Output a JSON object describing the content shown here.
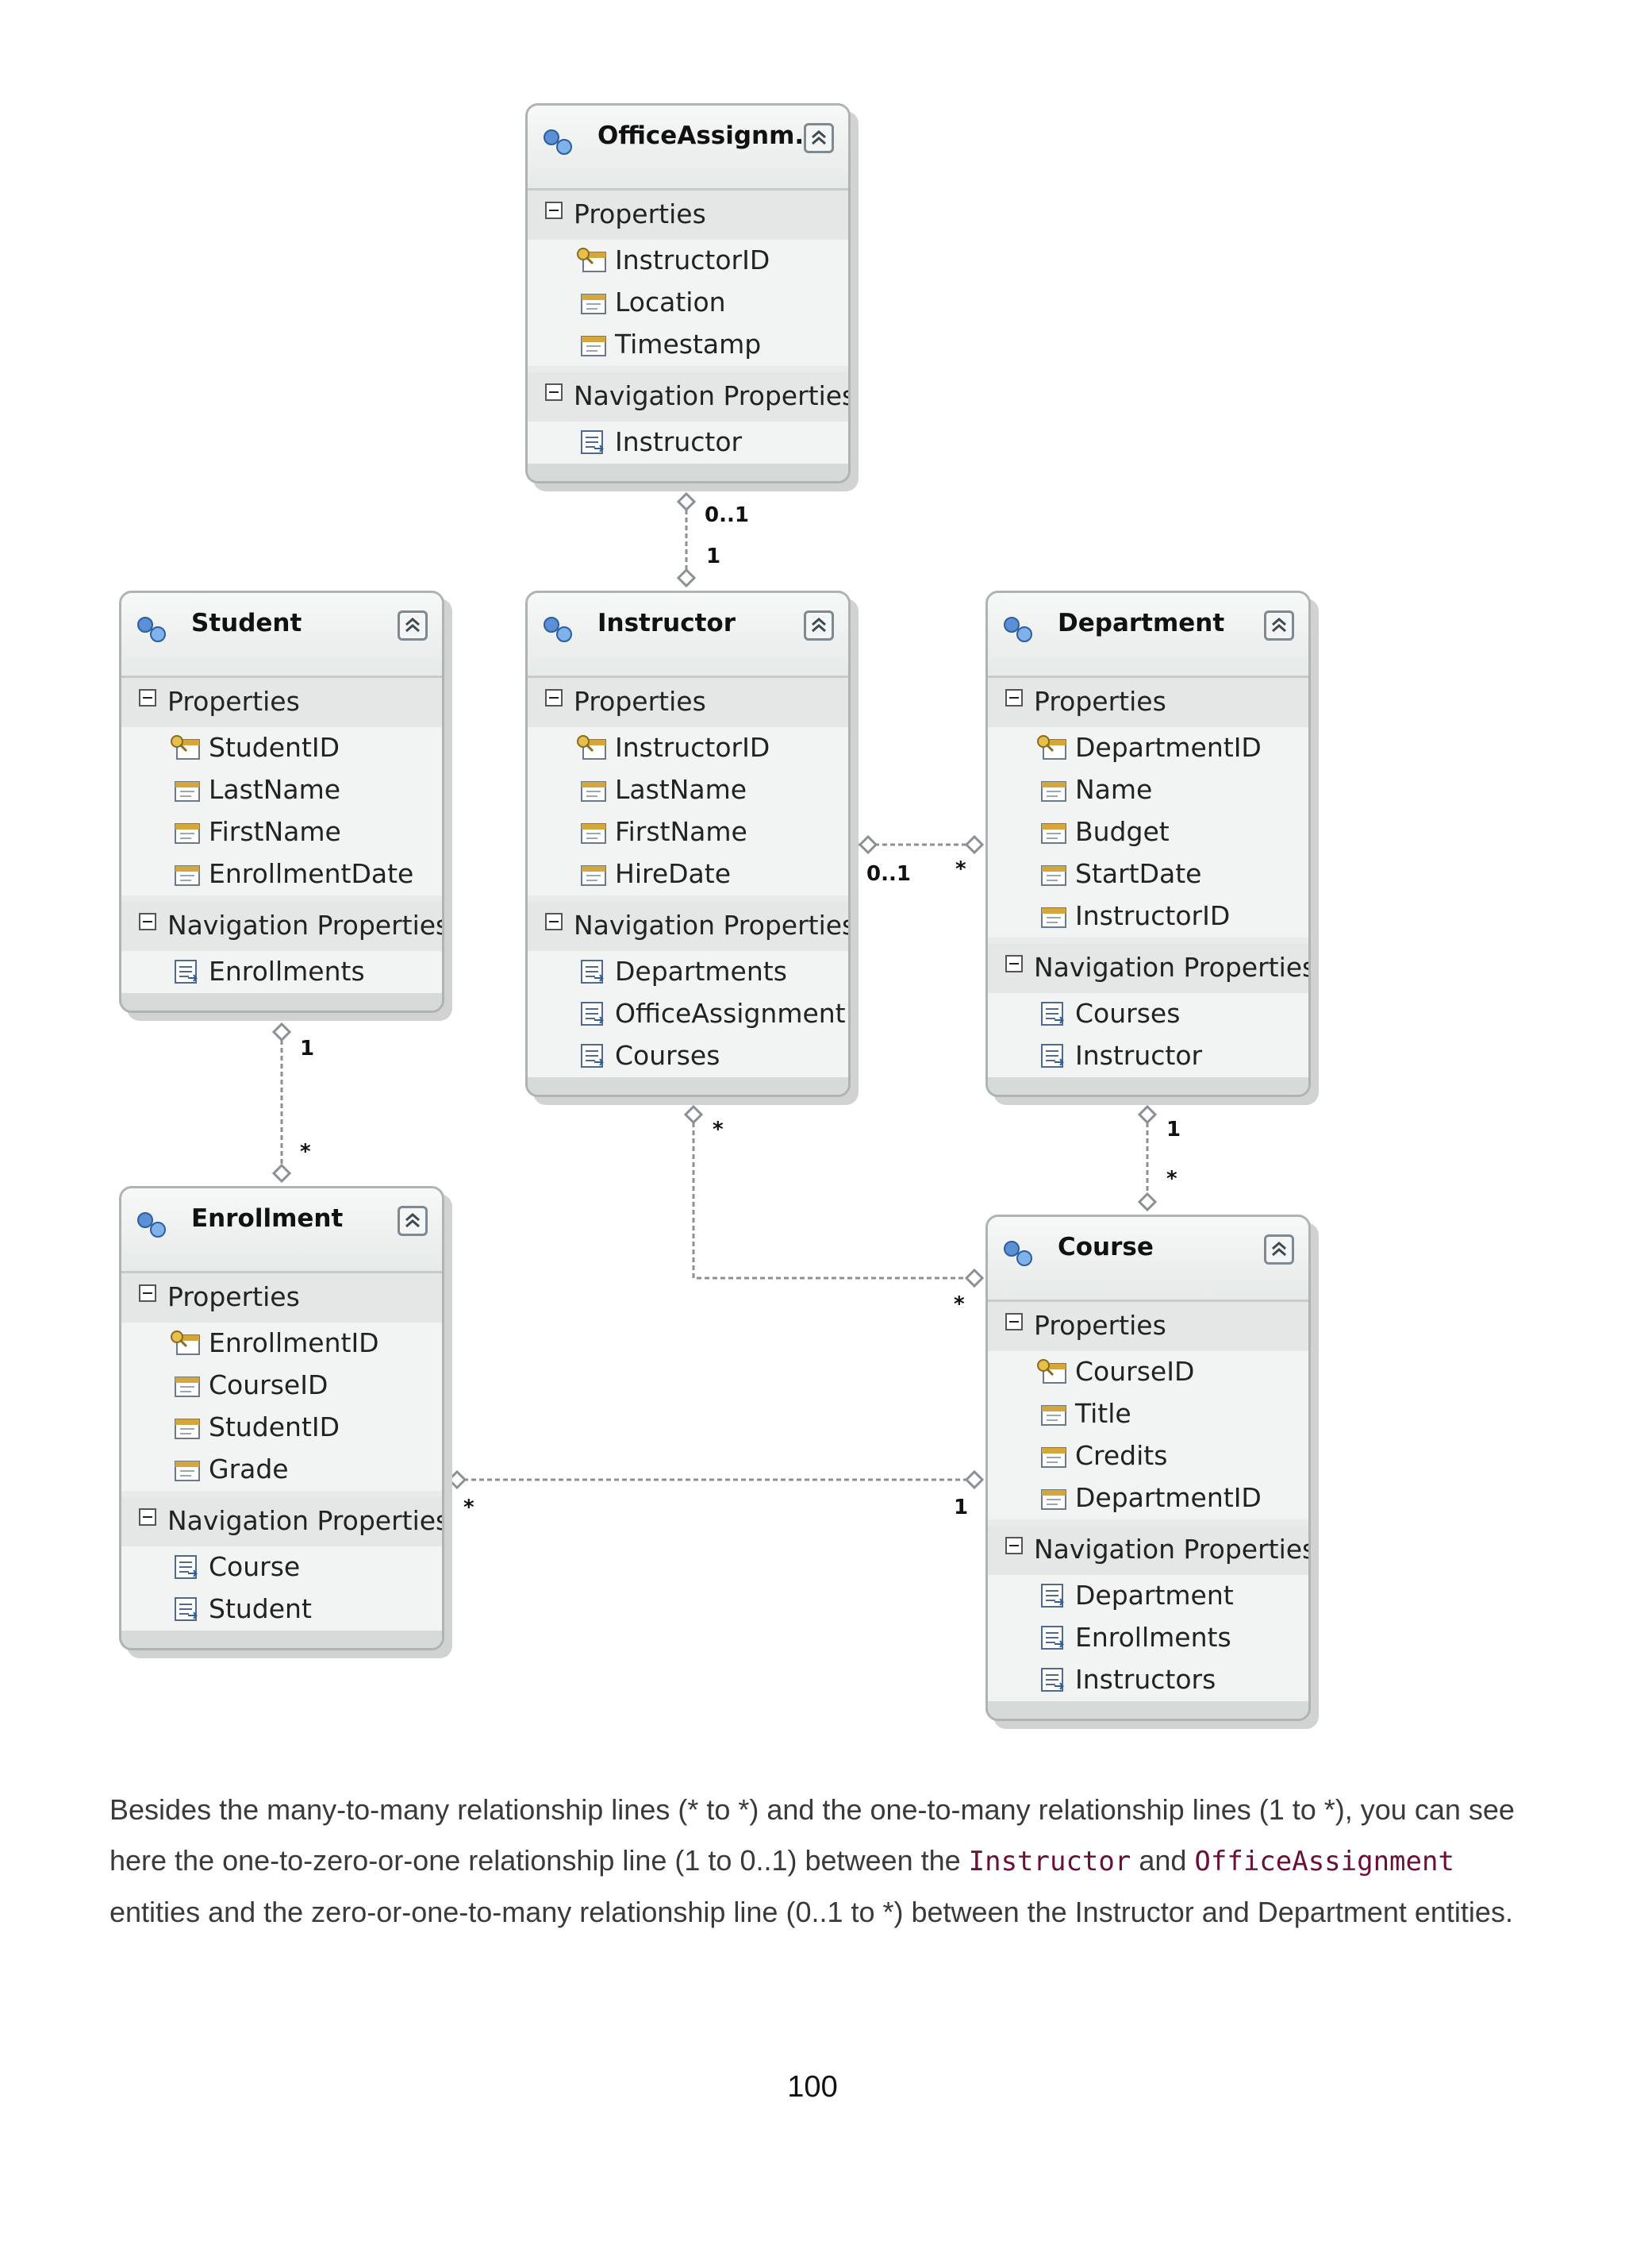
{
  "entities": {
    "office_assignment": {
      "title": "OfficeAssignm...",
      "properties_label": "Properties",
      "properties": [
        "InstructorID",
        "Location",
        "Timestamp"
      ],
      "navigation_label": "Navigation Properties",
      "navigation": [
        "Instructor"
      ]
    },
    "student": {
      "title": "Student",
      "properties_label": "Properties",
      "properties": [
        "StudentID",
        "LastName",
        "FirstName",
        "EnrollmentDate"
      ],
      "navigation_label": "Navigation Properties",
      "navigation": [
        "Enrollments"
      ]
    },
    "instructor": {
      "title": "Instructor",
      "properties_label": "Properties",
      "properties": [
        "InstructorID",
        "LastName",
        "FirstName",
        "HireDate"
      ],
      "navigation_label": "Navigation Properties",
      "navigation": [
        "Departments",
        "OfficeAssignment",
        "Courses"
      ]
    },
    "department": {
      "title": "Department",
      "properties_label": "Properties",
      "properties": [
        "DepartmentID",
        "Name",
        "Budget",
        "StartDate",
        "InstructorID"
      ],
      "navigation_label": "Navigation Properties",
      "navigation": [
        "Courses",
        "Instructor"
      ]
    },
    "enrollment": {
      "title": "Enrollment",
      "properties_label": "Properties",
      "properties": [
        "EnrollmentID",
        "CourseID",
        "StudentID",
        "Grade"
      ],
      "navigation_label": "Navigation Properties",
      "navigation": [
        "Course",
        "Student"
      ]
    },
    "course": {
      "title": "Course",
      "properties_label": "Properties",
      "properties": [
        "CourseID",
        "Title",
        "Credits",
        "DepartmentID"
      ],
      "navigation_label": "Navigation Properties",
      "navigation": [
        "Department",
        "Enrollments",
        "Instructors"
      ]
    }
  },
  "multiplicities": {
    "office_instructor": {
      "office_end": "0..1",
      "instructor_end": "1"
    },
    "instructor_department": {
      "instructor_end": "0..1",
      "department_end": "*"
    },
    "student_enrollment": {
      "student_end": "1",
      "enrollment_end": "*"
    },
    "instructor_course": {
      "instructor_end": "*",
      "course_end": "*"
    },
    "department_course": {
      "department_end": "1",
      "course_end": "*"
    },
    "enrollment_course": {
      "enrollment_end": "*",
      "course_end": "1"
    }
  },
  "caption": {
    "part1": "Besides the many-to-many relationship lines (* to *) and the one-to-many relationship lines (1 to *), you can see here the one-to-zero-or-one relationship line (1 to 0..1) between the ",
    "code1": "Instructor",
    "part2": " and ",
    "code2": "OfficeAssignment",
    "part3": " entities and the zero-or-one-to-many relationship line (0..1 to *) between the Instructor and Department entities."
  },
  "page_number": "100",
  "colors": {
    "entity_fill": "#e8ebe9",
    "entity_border": "#aeb4b2",
    "connector": "#8a9095",
    "code_text": "#6b0f3a"
  }
}
